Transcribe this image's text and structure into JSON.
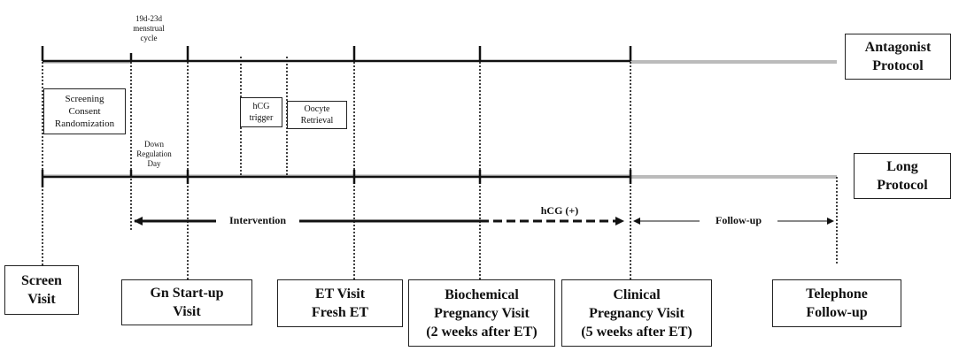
{
  "protocols": {
    "antagonist": "Antagonist\nProtocol",
    "long": "Long\nProtocol"
  },
  "annotations": {
    "cycle_day": "19d-23d\nmenstrual\ncycle",
    "down_regulation": "Down\nRegulation\nDay"
  },
  "steps": {
    "screening": "Screening\nConsent\nRandomization",
    "hcg_trigger": "hCG\ntrigger",
    "oocyte_retrieval": "Oocyte\nRetrieval"
  },
  "phases": {
    "intervention": "Intervention",
    "hcg_positive": "hCG (+)",
    "follow_up": "Follow-up"
  },
  "visits": {
    "screen": "Screen\nVisit",
    "gn_startup": "Gn Start-up\nVisit",
    "et_visit": "ET Visit\nFresh ET",
    "biochemical": "Biochemical\nPregnancy Visit\n(2 weeks after ET)",
    "clinical": "Clinical\nPregnancy Visit\n(5 weeks after ET)",
    "telephone": "Telephone\nFollow-up"
  }
}
